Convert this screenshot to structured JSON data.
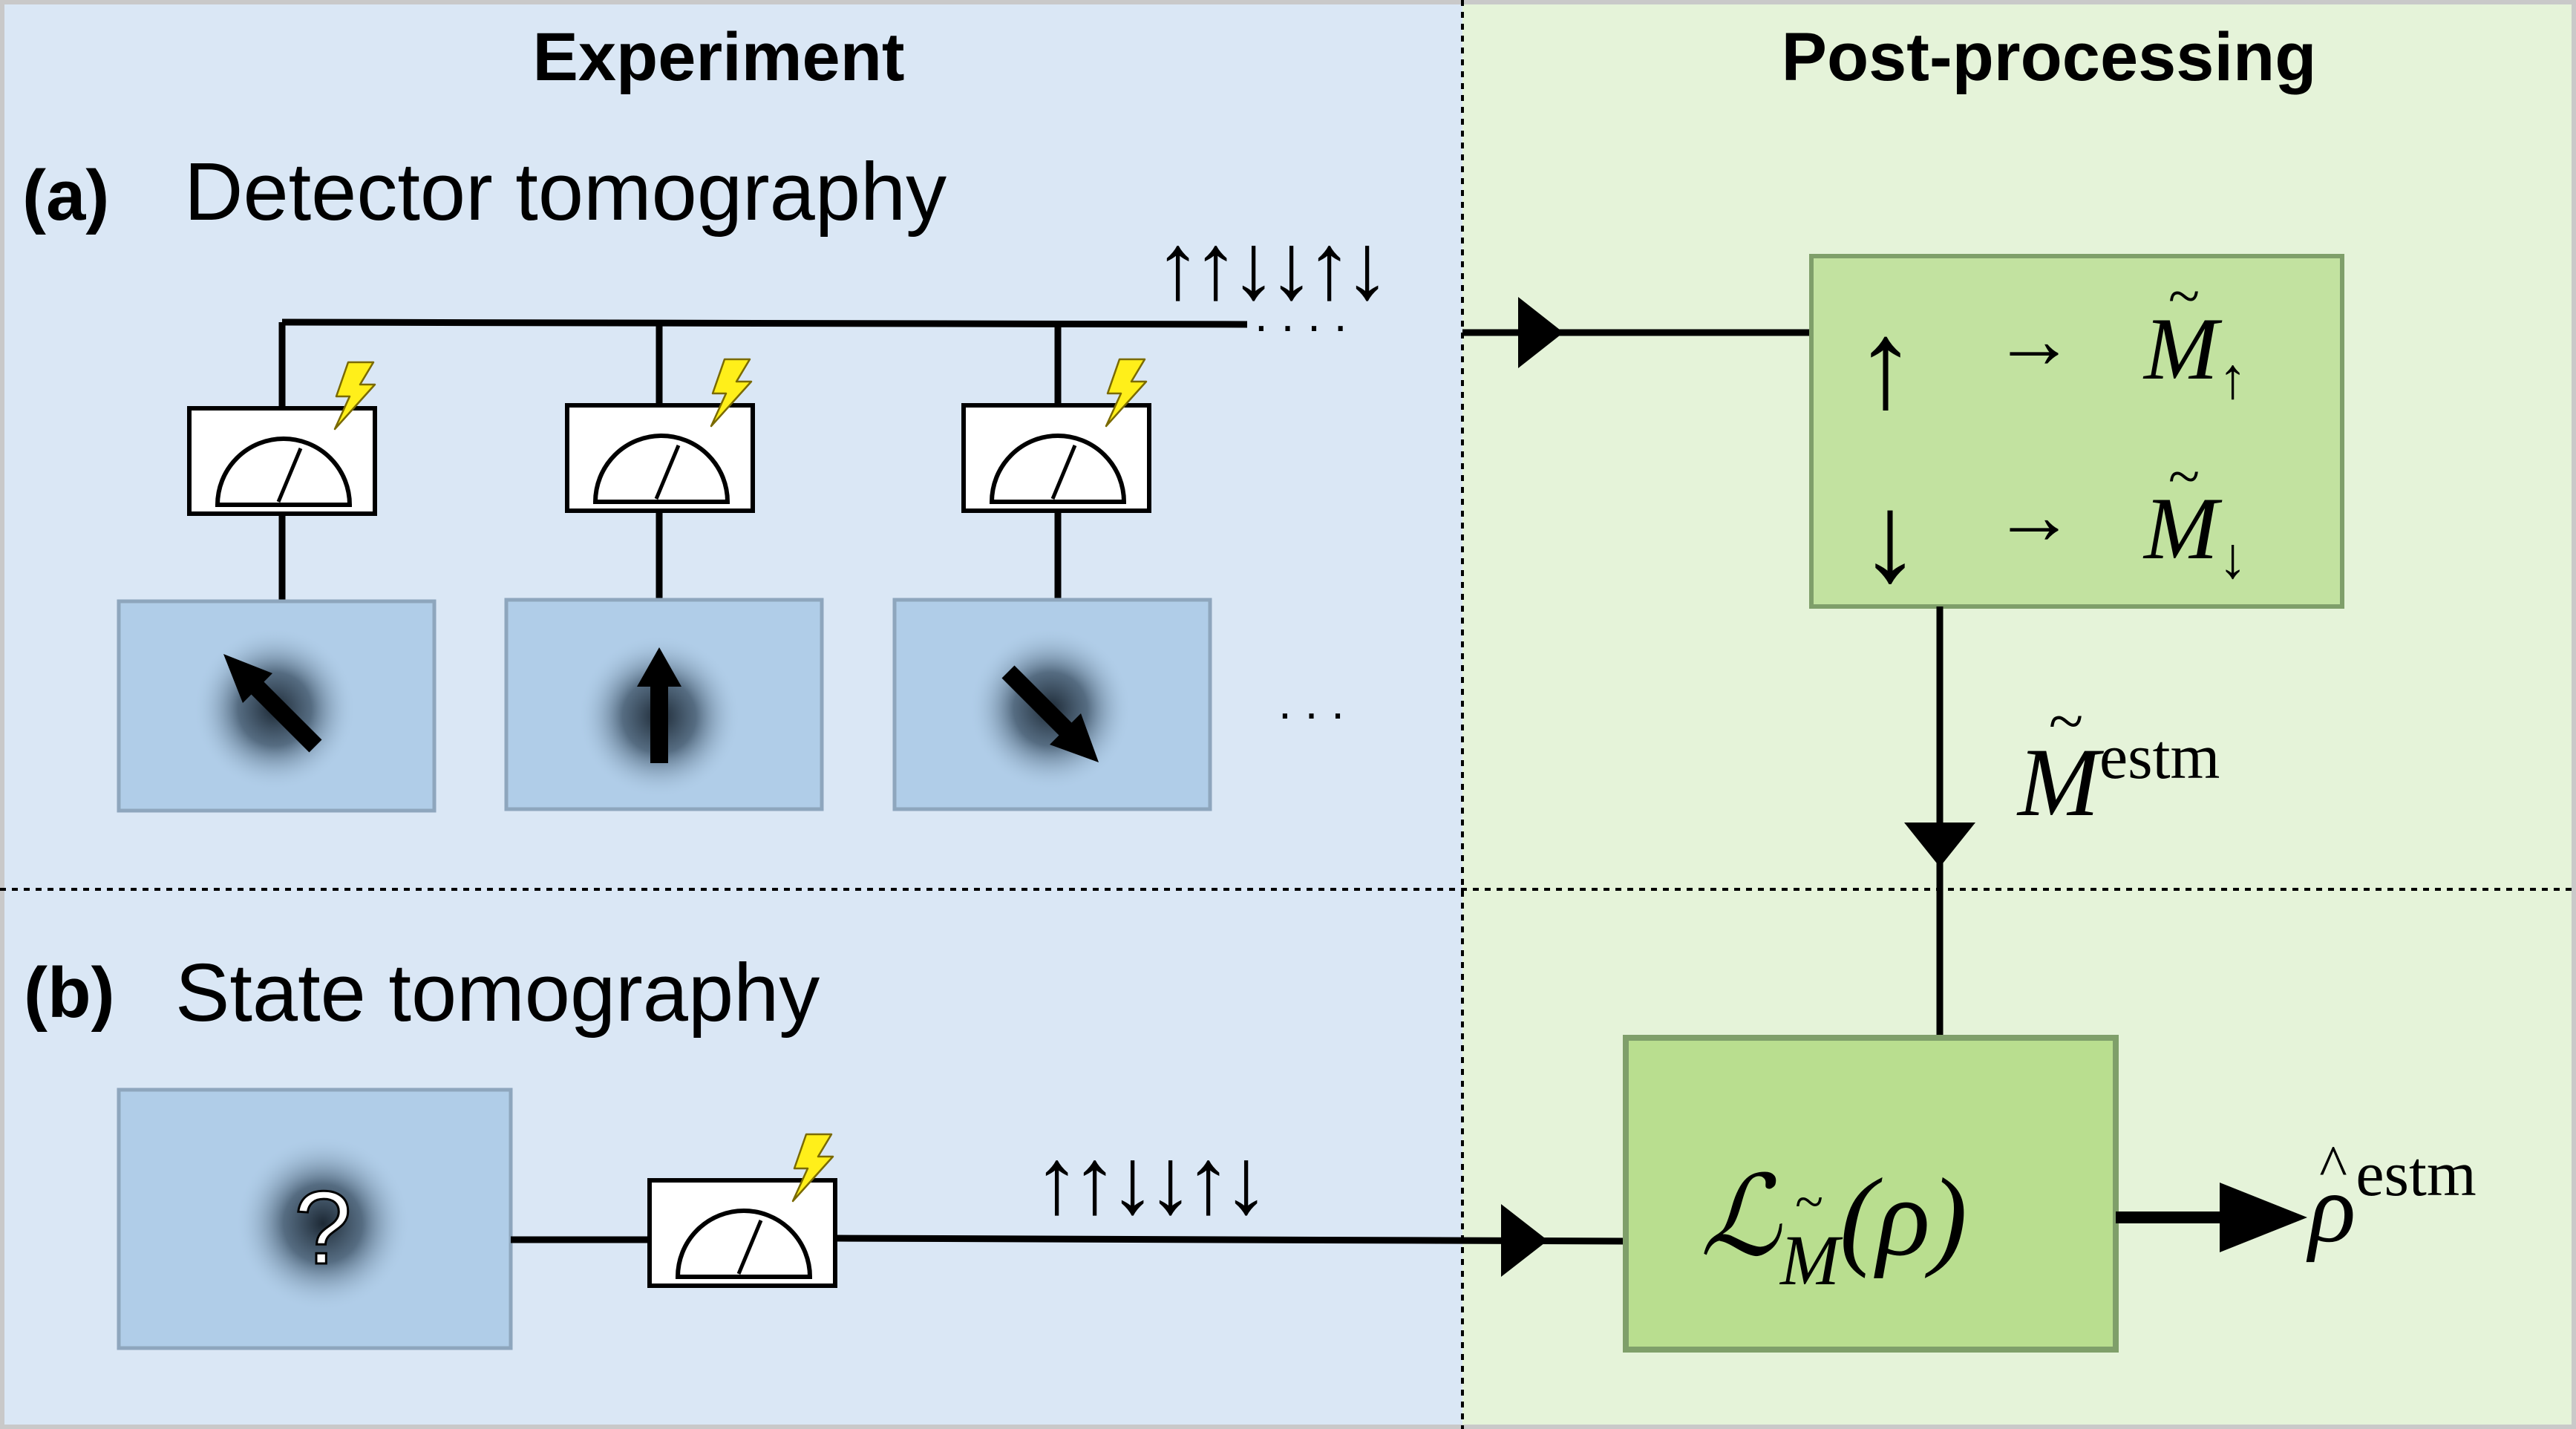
{
  "headers": {
    "left": "Experiment",
    "right": "Post-processing"
  },
  "section_a": {
    "tag": "(a)",
    "title": "Detector tomography",
    "outcome_sequence": "↑↑↓↓↑↓",
    "ellipsis": ". . . ."
  },
  "section_b": {
    "tag": "(b)",
    "title": "State tomography",
    "outcome_sequence": "↑↑↓↓↑↓",
    "unknown_state": "?"
  },
  "samples": {
    "ellipsis": ". . ."
  },
  "povm_box": {
    "rows": [
      {
        "symbol": "↑",
        "arrow": "→",
        "label": "M",
        "sub": "↑"
      },
      {
        "symbol": "↓",
        "arrow": "→",
        "label": "M",
        "sub": "↓"
      }
    ]
  },
  "povm_estimate": {
    "label": "M",
    "sup": "estm"
  },
  "likelihood": {
    "symbol": "ℒ",
    "sub": "M",
    "arg": "(ρ)"
  },
  "output": {
    "label": "ρ",
    "sup": "estm"
  },
  "colors": {
    "experiment_bg": "#dae7f5",
    "postprocess_bg": "#e5f3d9",
    "sample_fill": "#b0cde8",
    "sample_stroke": "#8ea6bd",
    "povm_box_fill": "#c2e2a0",
    "likelihood_fill": "#b9de8f",
    "box_stroke": "#7f9f6a",
    "lightning": "#ffef1a"
  }
}
